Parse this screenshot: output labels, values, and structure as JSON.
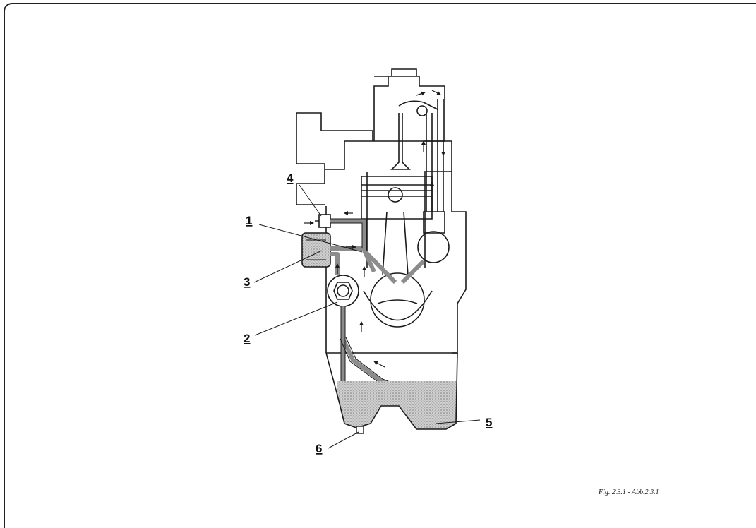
{
  "figure": {
    "caption": "Fig. 2.3.1 - Abb.2.3.1",
    "callouts": [
      {
        "id": "1",
        "label": "1"
      },
      {
        "id": "2",
        "label": "2"
      },
      {
        "id": "3",
        "label": "3"
      },
      {
        "id": "4",
        "label": "4"
      },
      {
        "id": "5",
        "label": "5"
      },
      {
        "id": "6",
        "label": "6"
      }
    ]
  },
  "colors": {
    "line": "#1a1a1a",
    "oil": "#b8b8b8",
    "oil_dark": "#8c8c8c",
    "background": "#ffffff"
  }
}
